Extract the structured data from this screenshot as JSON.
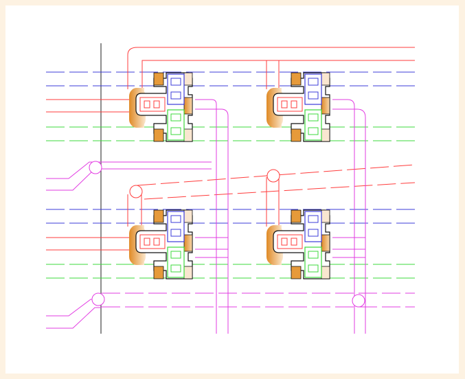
{
  "colors": {
    "page_border": "#fdf2e2",
    "canvas": "#ffffff",
    "metal_red": "#ff3b3b",
    "poly_magenta": "#e23be2",
    "wire_blue": "#3b3bd9",
    "wire_green": "#3bd93b",
    "diffusion_orange": "#e69a3a",
    "outline_black": "#111111",
    "rail_gray": "#444444"
  },
  "diagram": {
    "kind": "memory-cell-layout",
    "labels": [],
    "cells": [
      {
        "row": 1,
        "column": 1
      },
      {
        "row": 1,
        "column": 2
      },
      {
        "row": 2,
        "column": 1
      },
      {
        "row": 2,
        "column": 2
      }
    ],
    "dashed_line_groups": [
      "blue",
      "green",
      "red",
      "magenta"
    ]
  }
}
